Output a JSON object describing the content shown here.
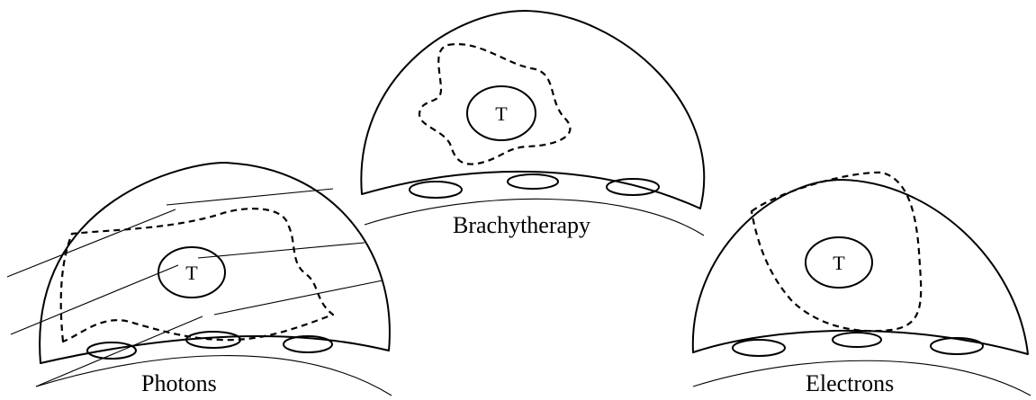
{
  "panels": {
    "photons": {
      "caption": "Photons",
      "tumor_label": "T"
    },
    "brachytherapy": {
      "caption": "Brachytherapy",
      "tumor_label": "T"
    },
    "electrons": {
      "caption": "Electrons",
      "tumor_label": "T"
    }
  }
}
